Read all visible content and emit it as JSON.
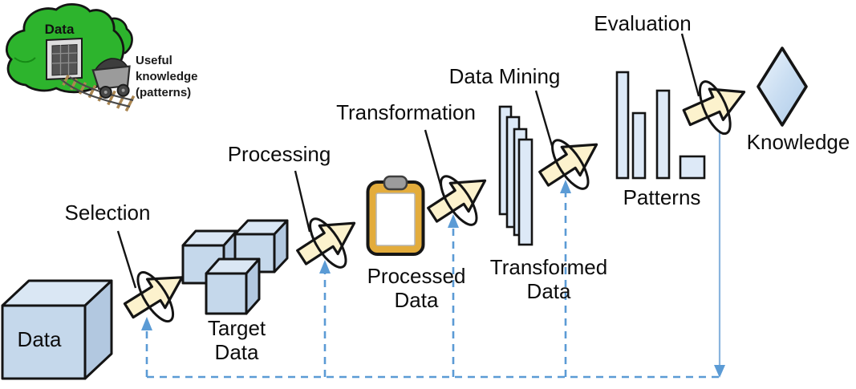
{
  "diagram": {
    "stage_labels": {
      "selection": "Selection",
      "processing": "Processing",
      "transformation": "Transformation",
      "data_mining": "Data Mining",
      "evaluation": "Evaluation"
    },
    "artifact_labels": {
      "data": "Data",
      "target_data_line1": "Target",
      "target_data_line2": "Data",
      "processed_data_line1": "Processed",
      "processed_data_line2": "Data",
      "transformed_data_line1": "Transformed",
      "transformed_data_line2": "Data",
      "patterns": "Patterns",
      "knowledge": "Knowledge"
    },
    "mine_illustration": {
      "mountain_label": "Data",
      "caption_line1": "Useful",
      "caption_line2": "knowledge",
      "caption_line3": "(patterns)"
    },
    "colors": {
      "cube_front": "#c5d8eb",
      "cube_top": "#dae7f4",
      "cube_side": "#b2c8e0",
      "panel_fill": "#dde9f7",
      "arrow_fill": "#fcf2cd",
      "outline": "#141414",
      "feedback_blue": "#5b9bd5",
      "solid_feedback_blue": "#8ab4de",
      "clipboard_gold": "#e3ac3c",
      "mountain_green": "#2db42d",
      "diamond_light": "#e9f2fb",
      "diamond_dark": "#aecbe9"
    }
  }
}
